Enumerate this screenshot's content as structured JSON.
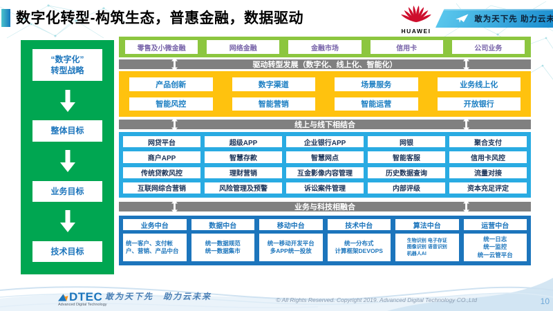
{
  "title": "数字化转型-构筑生态，普惠金融，数据驱动",
  "header": {
    "brand": "HUAWEI",
    "slogan": "敢为天下先 助力云未来"
  },
  "sidebar": {
    "items": [
      {
        "label": "“数字化”\n转型战略"
      },
      {
        "label": "整体目标"
      },
      {
        "label": "业务目标"
      },
      {
        "label": "技术目标"
      }
    ]
  },
  "main": {
    "business_lines": [
      "零售及小微金融",
      "网络金融",
      "金融市场",
      "信用卡",
      "公司业务"
    ],
    "banner_drive": "驱动转型发展（数字化、线上化、智能化）",
    "transform_items": [
      "产品创新",
      "数字渠道",
      "场景服务",
      "业务线上化",
      "智能风控",
      "智能营销",
      "智能运营",
      "开放银行"
    ],
    "banner_online_offline": "线上与线下相结合",
    "channel_items": [
      "网贷平台",
      "超级APP",
      "企业银行APP",
      "网银",
      "聚合支付",
      "商户APP",
      "智慧存款",
      "智慧网点",
      "智能客服",
      "信用卡风控",
      "传统贷款风控",
      "理财营销",
      "互金影像内容管理",
      "历史数据查询",
      "流量对接",
      "互联网综合营销",
      "风险管理及预警",
      "诉讼案件管理",
      "内部评级",
      "资本充足评定"
    ],
    "banner_tech": "业务与科技相融合",
    "platforms": [
      {
        "name": "业务中台",
        "detail": "统一客户、支付帐户、营销、产品中台"
      },
      {
        "name": "数据中台",
        "detail": "统一数据规范\n统一数据集市"
      },
      {
        "name": "移动中台",
        "detail": "统一移动开发平台\n多APP统一投放"
      },
      {
        "name": "技术中台",
        "detail": "统一分布式\n计算框架DEVOPS"
      },
      {
        "name": "算法中台",
        "detail": "生物识别 电子存证\n图像识别 语音识别\n机器人AI"
      },
      {
        "name": "运营中台",
        "detail": "统一日志\n统一监控\n统一云管平台"
      }
    ]
  },
  "footer": {
    "logo": "DTEC",
    "logo_sub": "Advanced Digital Technology",
    "slogan": "敢为天下先　助力云未来",
    "copyright": "© All Rights Reserved. Copyright 2019. Advanced Digital Technology CO.,Ltd",
    "page": "10"
  },
  "colors": {
    "light_green": "#8CC63F",
    "gold": "#FFC20E",
    "sky_blue": "#29ABE2",
    "dark_blue": "#1C75BC",
    "gray_banner": "#808080",
    "sidebar_green": "#00A651",
    "purple_text": "#7864A9",
    "huawei_red": "#CE0E2D"
  }
}
